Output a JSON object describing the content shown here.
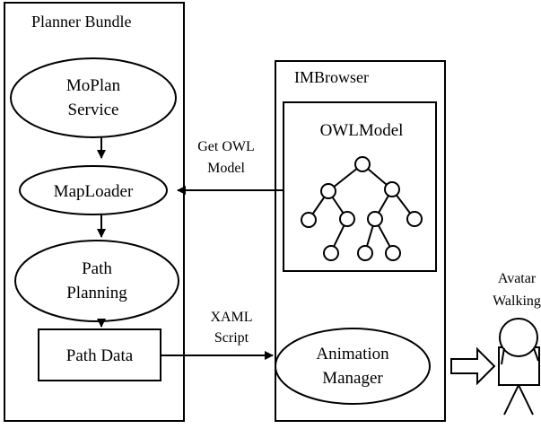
{
  "planner_bundle": {
    "title": "Planner Bundle",
    "moplan_service": [
      "MoPlan",
      "Service"
    ],
    "maploader": "MapLoader",
    "path_planning": [
      "Path",
      "Planning"
    ],
    "path_data": "Path Data"
  },
  "imbrowser": {
    "title": "IMBrowser",
    "owlmodel": "OWLModel",
    "animation_manager": [
      "Animation",
      "Manager"
    ]
  },
  "edges": {
    "get_owl_model": [
      "Get OWL",
      "Model"
    ],
    "xaml_script": [
      "XAML",
      "Script"
    ]
  },
  "avatar": {
    "label": [
      "Avatar",
      "Walking"
    ]
  }
}
